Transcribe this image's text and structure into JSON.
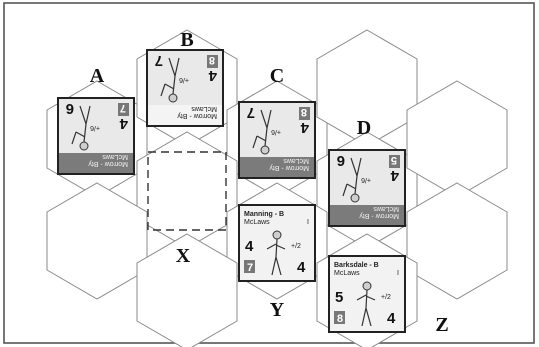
{
  "hex_labels": {
    "A": "A",
    "B": "B",
    "C": "C",
    "D": "D",
    "X": "X",
    "Y": "Y",
    "Z": "Z"
  },
  "counters": {
    "a": {
      "name": "Morrow - Bty",
      "commander": "McLaws",
      "attack": "4",
      "defense": "6",
      "morale": "7",
      "range": "+/6",
      "flipped": true
    },
    "b": {
      "name": "Morrow - Bty",
      "commander": "McLaws",
      "attack": "4",
      "defense": "7",
      "morale": "8",
      "range": "+/6",
      "flipped": true
    },
    "c": {
      "name": "Morrow - Bty",
      "commander": "McLaws",
      "attack": "4",
      "defense": "7",
      "morale": "8",
      "range": "+/6",
      "flipped": true
    },
    "d": {
      "name": "Morrow - Bty",
      "commander": "McLaws",
      "attack": "4",
      "defense": "6",
      "morale": "5",
      "range": "+/6",
      "flipped": true
    },
    "y": {
      "name": "Manning - B",
      "commander": "McLaws",
      "corner": "I",
      "attack": "4",
      "defense": "4",
      "morale": "7",
      "range": "+/2",
      "flipped": false
    },
    "z": {
      "name": "Barksdale - B",
      "commander": "McLaws",
      "corner": "I",
      "attack": "5",
      "defense": "4",
      "morale": "8",
      "range": "+/2",
      "flipped": false
    }
  }
}
